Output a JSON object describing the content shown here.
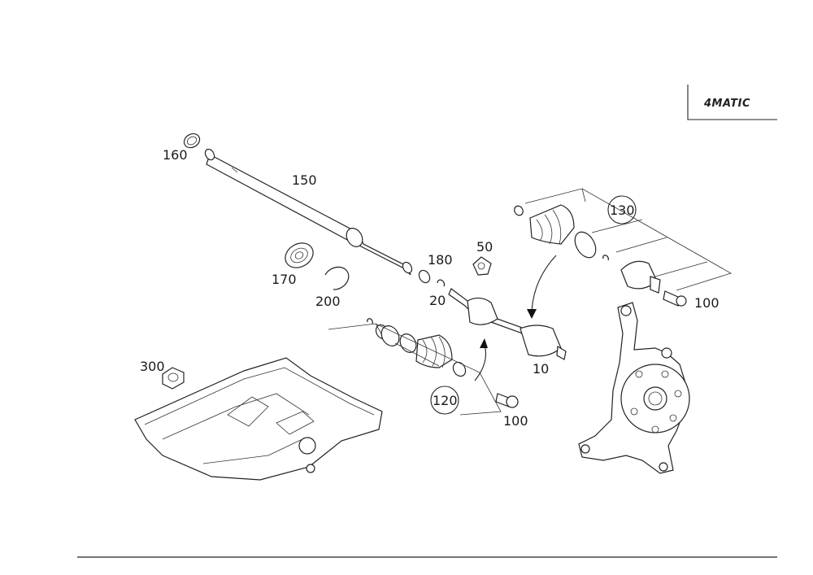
{
  "badge": {
    "text": "4MATIC"
  },
  "callouts": {
    "c10": "10",
    "c20": "20",
    "c50": "50",
    "c100a": "100",
    "c100b": "100",
    "c120": "120",
    "c130": "130",
    "c150": "150",
    "c160": "160",
    "c170": "170",
    "c180": "180",
    "c200": "200",
    "c300": "300"
  }
}
